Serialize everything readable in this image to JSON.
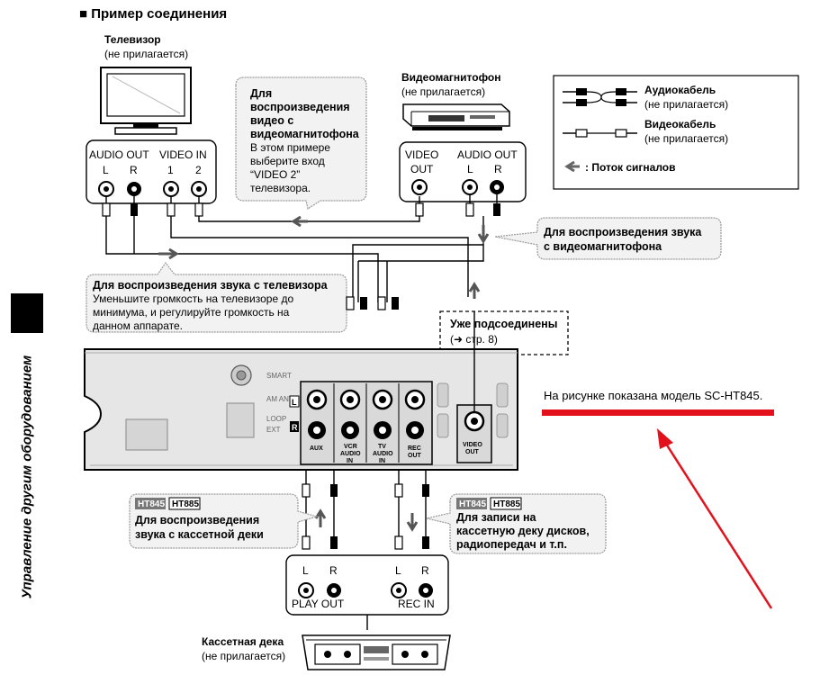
{
  "section_title": "■ Пример соединения",
  "side_label": "Управление другим оборудованием",
  "tv": {
    "name": "Телевизор",
    "note": "(не прилагается)",
    "audio_out": "AUDIO OUT",
    "video_in": "VIDEO IN",
    "l": "L",
    "r": "R",
    "in1": "1",
    "in2": "2"
  },
  "vcr": {
    "name": "Видеомагнитофон",
    "note": "(не прилагается)",
    "video_out_1": "VIDEO",
    "video_out_2": "OUT",
    "audio_out": "AUDIO OUT",
    "l": "L",
    "r": "R"
  },
  "callout_vcr_video": {
    "title_lines": [
      "Для",
      "воспроизведения",
      "видео с",
      "видеомагнитофона"
    ],
    "body_lines": [
      "В этом примере",
      "выберите вход",
      "“VIDEO 2”",
      "телевизора."
    ]
  },
  "legend": {
    "audio_cable": "Аудиокабель",
    "audio_note": "(не прилагается)",
    "video_cable": "Видеокабель",
    "video_note": "(не прилагается)",
    "signal_flow": ": Поток сигналов"
  },
  "callout_vcr_audio": {
    "lines": [
      "Для воспроизведения звука",
      "с видеомагнитофона"
    ]
  },
  "callout_tv_audio": {
    "title": "Для воспроизведения звука с телевизора",
    "body_lines": [
      "Уменьшите громкость на телевизоре до",
      "минимума, и регулируйте громкость на",
      "данном аппарате."
    ]
  },
  "already_connected": {
    "title": "Уже подсоединены",
    "ref": "(➜ стр. 8)"
  },
  "model_note": "На рисунке показана модель SC-HT845.",
  "unit_panel": {
    "l": "L",
    "r": "R",
    "aux": "AUX",
    "vcr_1": "VCR",
    "vcr_2": "AUDIO",
    "vcr_3": "IN",
    "tv_1": "TV",
    "tv_2": "AUDIO",
    "tv_3": "IN",
    "rec_1": "REC",
    "rec_2": "OUT",
    "video_1": "VIDEO",
    "video_2": "OUT"
  },
  "callout_deck_play": {
    "badge1": "HT845",
    "badge2": "HT885",
    "lines": [
      "Для воспроизведения",
      "звука с кассетной деки"
    ]
  },
  "callout_deck_rec": {
    "badge1": "HT845",
    "badge2": "HT885",
    "lines": [
      "Для записи на",
      "кассетную деку дисков,",
      "радиопередач и т.п."
    ]
  },
  "deck": {
    "l1": "L",
    "r1": "R",
    "l2": "L",
    "r2": "R",
    "play_out": "PLAY OUT",
    "rec_in": "REC IN",
    "name": "Кассетная дека",
    "note": "(не прилагается)"
  },
  "colors": {
    "highlight_red": "#e3111b",
    "callout_fill": "#f2f2f2",
    "callout_stroke": "#9a9a9a",
    "panel_fill": "#d9d9d9"
  }
}
